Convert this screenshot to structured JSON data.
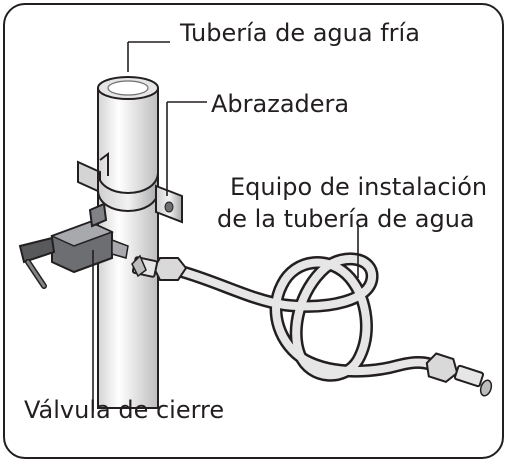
{
  "labels": {
    "cold_pipe": "Tubería de agua fría",
    "clamp": "Abrazadera",
    "install_kit_line1": "Equipo de instalación",
    "install_kit_line2": "de la tubería de agua",
    "valve": "Válvula de cierre"
  },
  "colors": {
    "line": "#231f20",
    "metal_light": "#e6e6e6",
    "metal_mid": "#bdbdbd",
    "metal_dark": "#6d6e71",
    "valve_dark": "#58595b"
  }
}
